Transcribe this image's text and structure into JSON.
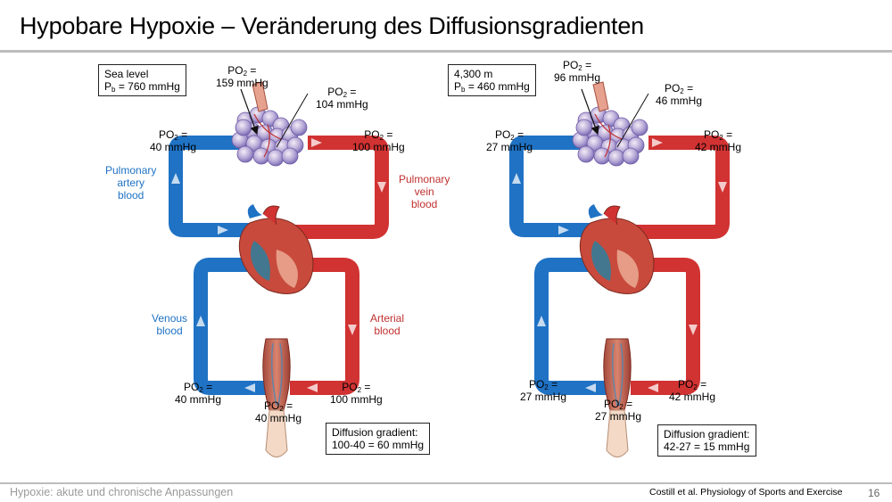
{
  "title": "Hypobare Hypoxie – Veränderung des Diffusionsgradienten",
  "footer": {
    "left": "Hypoxie: akute und chronische Anpassungen",
    "source": "Costill et al.   Physiology of Sports and Exercise",
    "page": "16"
  },
  "colors": {
    "venous": "#1f72c4",
    "arterial": "#d13232",
    "rule": "#bdbdbd"
  },
  "panels": [
    {
      "condition": "Sea level",
      "pb": "= 760 mmHg",
      "inspired_po2": "159 mmHg",
      "alveolar_po2": "104 mmHg",
      "pulm_artery_po2": "40 mmHg",
      "pulm_vein_po2": "100 mmHg",
      "venous_po2": "40 mmHg",
      "arterial_po2": "100 mmHg",
      "tissue_po2": "40 mmHg",
      "gradient_label": "Diffusion gradient:",
      "gradient_value": "100-40 = 60 mmHg",
      "vessel_labels": {
        "pulmonary_artery": [
          "Pulmonary",
          "artery",
          "blood"
        ],
        "pulmonary_vein": [
          "Pulmonary",
          "vein",
          "blood"
        ],
        "venous": [
          "Venous",
          "blood"
        ],
        "arterial": [
          "Arterial",
          "blood"
        ]
      }
    },
    {
      "condition": "4,300 m",
      "pb": "= 460 mmHg",
      "inspired_po2": "96 mmHg",
      "alveolar_po2": "46 mmHg",
      "pulm_artery_po2": "27 mmHg",
      "pulm_vein_po2": "42 mmHg",
      "venous_po2": "27 mmHg",
      "arterial_po2": "42 mmHg",
      "tissue_po2": "27 mmHg",
      "gradient_label": "Diffusion gradient:",
      "gradient_value": "42-27 = 15 mmHg"
    }
  ],
  "po2_prefix": "PO",
  "po2_sub": "2",
  "po2_eq": " =",
  "pb_prefix": "P",
  "pb_sub": "b"
}
